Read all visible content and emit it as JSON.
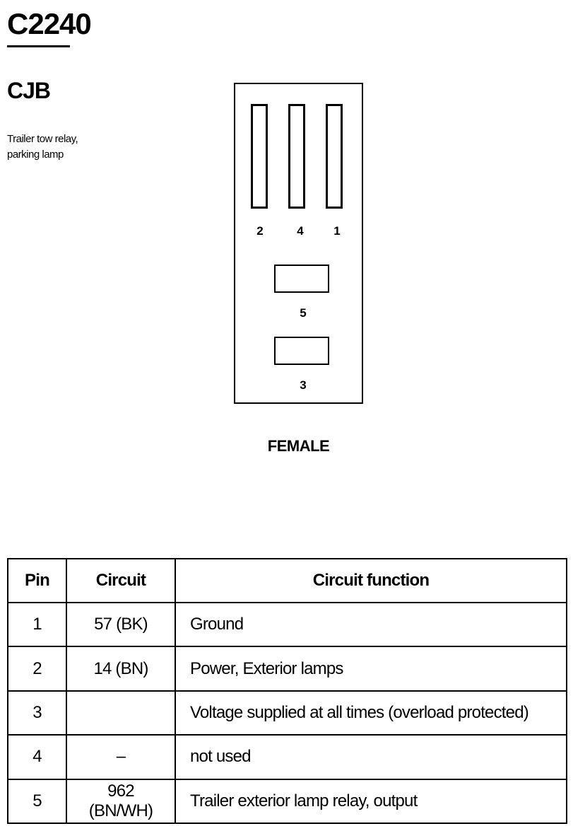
{
  "header": {
    "title": "C2240",
    "subtitle": "CJB",
    "description": [
      "Trailer tow relay,",
      "parking lamp"
    ]
  },
  "connector": {
    "pins_vertical": [
      "2",
      "4",
      "1"
    ],
    "pins_horizontal": [
      "5",
      "3"
    ],
    "gender_label": "FEMALE"
  },
  "table": {
    "headers": [
      "Pin",
      "Circuit",
      "Circuit function"
    ],
    "rows": [
      {
        "pin": "1",
        "circuit": "57 (BK)",
        "function": "Ground"
      },
      {
        "pin": "2",
        "circuit": "14 (BN)",
        "function": "Power, Exterior lamps"
      },
      {
        "pin": "3",
        "circuit": "",
        "function": "Voltage supplied at all times (overload protected)"
      },
      {
        "pin": "4",
        "circuit": "–",
        "function": "not used"
      },
      {
        "pin": "5",
        "circuit": "962 (BN/WH)",
        "function": "Trailer exterior lamp relay, output"
      }
    ]
  }
}
